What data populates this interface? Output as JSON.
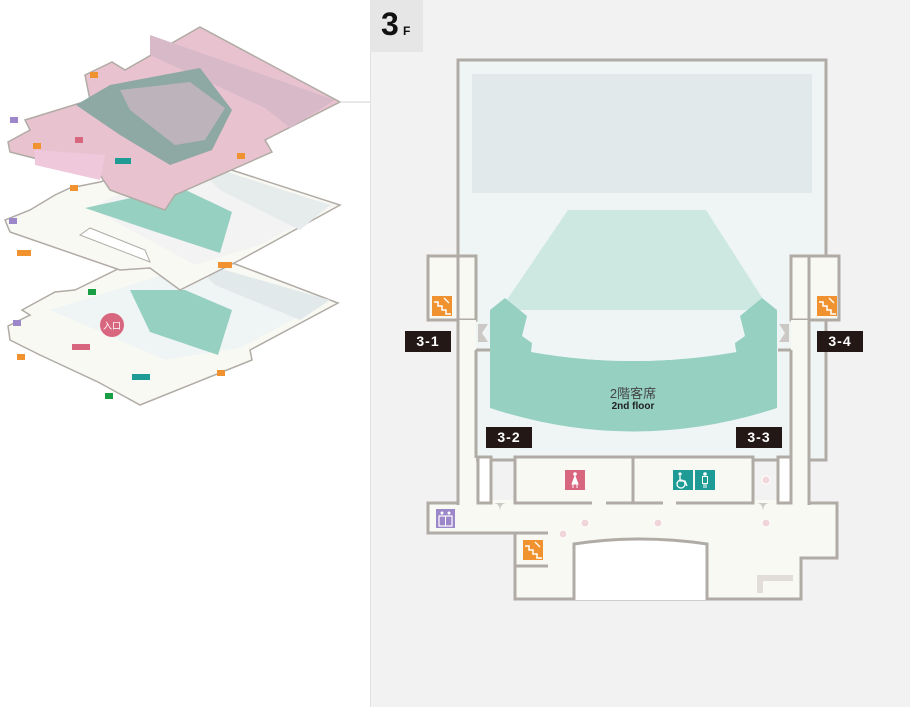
{
  "floor": {
    "number": "3",
    "suffix": "F"
  },
  "seating": {
    "label_jp": "2階客席",
    "label_en": "2nd floor"
  },
  "doors": [
    "3-1",
    "3-2",
    "3-3",
    "3-4"
  ],
  "overview": {
    "entrance_label": "入口"
  },
  "icons": [
    "stairs-icon",
    "elevator-icon",
    "female-restroom-icon",
    "wheelchair-restroom-icon",
    "male-restroom-icon"
  ],
  "colors": {
    "wall": "#b0aba5",
    "hall_floor": "#eff5f5",
    "stage": "#e1e9ea",
    "lobby": "#f9f9f3",
    "balcony": "#96d0c1",
    "lower_seats": "#cde8e1",
    "stairs": "#f0922f",
    "elevator": "#9b87c9",
    "female": "#d9667f",
    "accessible": "#1d9b94",
    "door_label": "#231815",
    "highlight_floor": "#e8c3cf"
  }
}
